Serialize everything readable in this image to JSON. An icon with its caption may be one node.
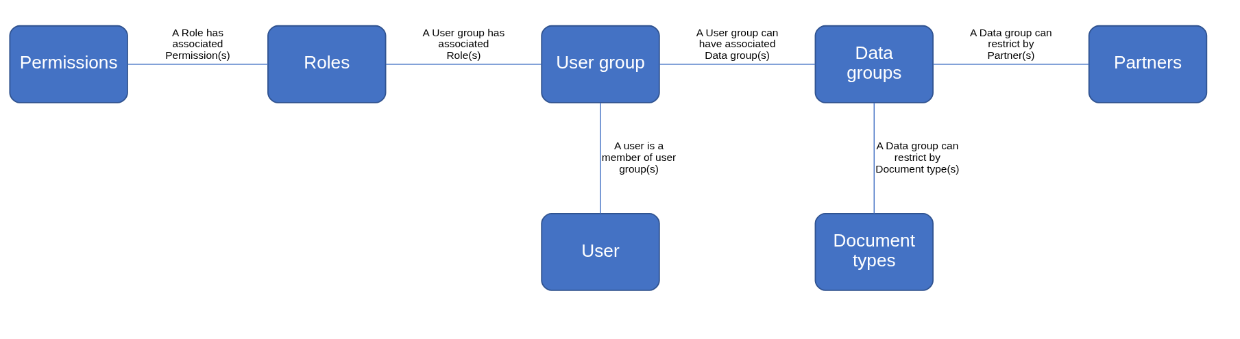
{
  "diagram": {
    "nodes": [
      {
        "text": [
          "Permissions"
        ]
      },
      {
        "text": [
          "Roles"
        ]
      },
      {
        "text": [
          "User group"
        ]
      },
      {
        "text": [
          "Data groups"
        ]
      },
      {
        "text": [
          "Partners"
        ]
      },
      {
        "text": [
          "User"
        ]
      },
      {
        "text": [
          "Document types"
        ]
      }
    ],
    "edges": [
      {
        "from": 0,
        "to": 1,
        "arrow": "none",
        "label": "A Role has associated Permission(s)"
      },
      {
        "from": 1,
        "to": 2,
        "arrow": "none",
        "label": "A User group has associated Role(s)"
      },
      {
        "from": 2,
        "to": 3,
        "arrow": "none",
        "label": "A User group can have associated Data group(s)"
      },
      {
        "from": 3,
        "to": 4,
        "arrow": "none",
        "label": "A Data group can restrict by Partner(s)"
      },
      {
        "from": 2,
        "to": 5,
        "arrow": "none",
        "label": "A user is a member of user group(s)"
      },
      {
        "from": 3,
        "to": 6,
        "arrow": "none",
        "label": "A Data group can restrict by Document type(s)"
      }
    ]
  }
}
